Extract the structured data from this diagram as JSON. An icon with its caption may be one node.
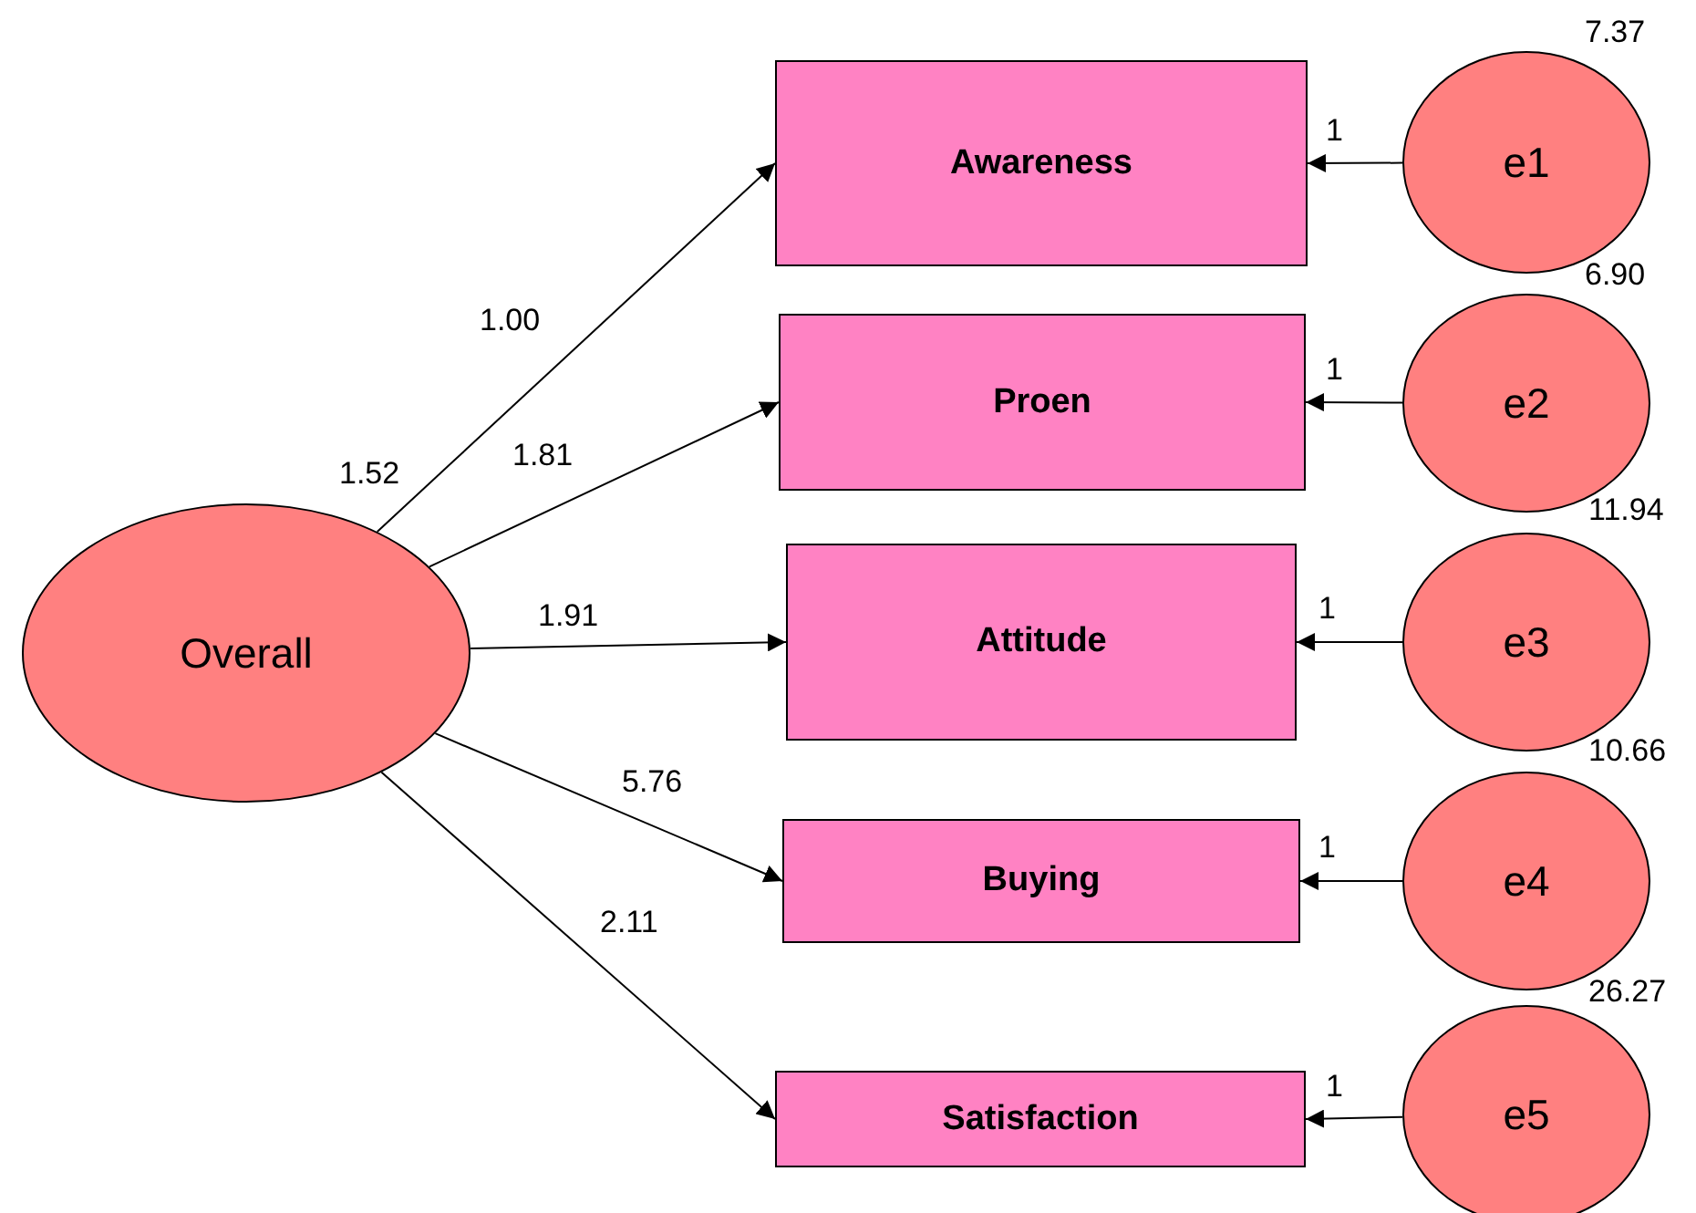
{
  "diagram": {
    "nodes": [
      {
        "text": [
          "Overall"
        ],
        "beside": [
          "1.52"
        ]
      },
      {
        "text": [
          "Awareness"
        ]
      },
      {
        "text": [
          "Proen"
        ]
      },
      {
        "text": [
          "Attitude"
        ]
      },
      {
        "text": [
          "Buying"
        ]
      },
      {
        "text": [
          "Satisfaction"
        ]
      },
      {
        "text": [
          "e1"
        ],
        "beside": [
          "7.37"
        ]
      },
      {
        "text": [
          "e2"
        ],
        "beside": [
          "6.90"
        ]
      },
      {
        "text": [
          "e3"
        ],
        "beside": [
          "11.94"
        ]
      },
      {
        "text": [
          "e4"
        ],
        "beside": [
          "10.66"
        ]
      },
      {
        "text": [
          "e5"
        ],
        "beside": [
          "26.27"
        ]
      }
    ],
    "edges": [
      {
        "from": 0,
        "to": 1,
        "arrow": "to",
        "label": "1.00"
      },
      {
        "from": 0,
        "to": 2,
        "arrow": "to",
        "label": "1.81"
      },
      {
        "from": 0,
        "to": 3,
        "arrow": "to",
        "label": "1.91"
      },
      {
        "from": 0,
        "to": 4,
        "arrow": "to",
        "label": "5.76"
      },
      {
        "from": 0,
        "to": 5,
        "arrow": "to",
        "label": "2.11"
      },
      {
        "from": 6,
        "to": 1,
        "arrow": "to",
        "label": "1"
      },
      {
        "from": 7,
        "to": 2,
        "arrow": "to",
        "label": "1"
      },
      {
        "from": 8,
        "to": 3,
        "arrow": "to",
        "label": "1"
      },
      {
        "from": 9,
        "to": 4,
        "arrow": "to",
        "label": "1"
      },
      {
        "from": 10,
        "to": 5,
        "arrow": "to",
        "label": "1"
      }
    ]
  }
}
